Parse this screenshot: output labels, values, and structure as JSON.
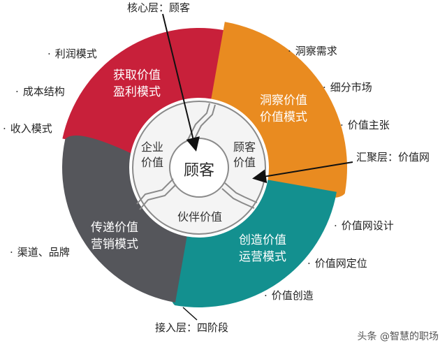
{
  "colors": {
    "red": "#c8203a",
    "orange": "#e98b20",
    "teal": "#13908f",
    "gray": "#55565b",
    "hub_ring": "#f4f4f4",
    "hub_line": "#8a8a8a"
  },
  "top_label": "核心层：顾客",
  "right_label": "汇聚层：价值网",
  "bottom_label": "接入层：四阶段",
  "hub": {
    "center": "顾客",
    "left_line1": "企业",
    "left_line2": "价值",
    "right_line1": "顾客",
    "right_line2": "价值",
    "bottom": "伙伴价值"
  },
  "segments": {
    "red_line1": "获取价值",
    "red_line2": "盈利模式",
    "orange_line1": "洞察价值",
    "orange_line2": "价值模式",
    "teal_line1": "创造价值",
    "teal_line2": "运营模式",
    "gray_line1": "传递价值",
    "gray_line2": "营销模式"
  },
  "left_items": [
    "利润模式",
    "成本结构",
    "收入模式",
    "渠道、品牌"
  ],
  "right_items": [
    "洞察需求",
    "细分市场",
    "价值主张",
    "价值网设计",
    "价值网定位",
    "价值创造"
  ],
  "bullet": "·",
  "watermark": "头条 @智慧的职场"
}
